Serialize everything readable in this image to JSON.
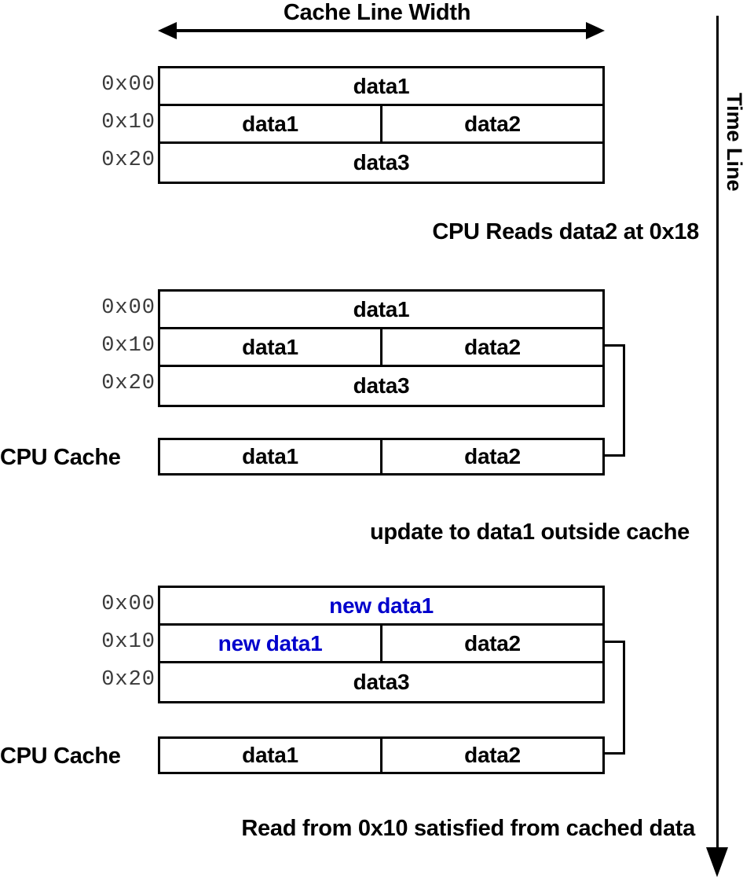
{
  "diagram": {
    "title": "Cache Line Width",
    "timeline_label": "Time Line",
    "address_labels": [
      "0x00",
      "0x10",
      "0x20"
    ],
    "cache_row_label": "CPU Cache",
    "colors": {
      "ink": "#000000",
      "address_text": "#3a3a3a",
      "highlight": "#0000cc",
      "background": "#ffffff"
    },
    "stages": [
      {
        "id": "stage-initial",
        "caption": "",
        "memory_rows": [
          {
            "address": "0x00",
            "cells": [
              {
                "text": "data1",
                "span": 2,
                "highlight": false
              }
            ]
          },
          {
            "address": "0x10",
            "cells": [
              {
                "text": "data1",
                "span": 1,
                "highlight": false
              },
              {
                "text": "data2",
                "span": 1,
                "highlight": false
              }
            ]
          },
          {
            "address": "0x20",
            "cells": [
              {
                "text": "data3",
                "span": 2,
                "highlight": false
              }
            ]
          }
        ],
        "cache": null
      },
      {
        "id": "stage-read",
        "caption": "CPU Reads data2 at 0x18",
        "memory_rows": [
          {
            "address": "0x00",
            "cells": [
              {
                "text": "data1",
                "span": 2,
                "highlight": false
              }
            ]
          },
          {
            "address": "0x10",
            "cells": [
              {
                "text": "data1",
                "span": 1,
                "highlight": false
              },
              {
                "text": "data2",
                "span": 1,
                "highlight": false
              }
            ]
          },
          {
            "address": "0x20",
            "cells": [
              {
                "text": "data3",
                "span": 2,
                "highlight": false
              }
            ]
          }
        ],
        "cache": {
          "label": "CPU Cache",
          "cells": [
            {
              "text": "data1",
              "highlight": false
            },
            {
              "text": "data2",
              "highlight": false
            }
          ]
        }
      },
      {
        "id": "stage-update",
        "caption": "update to data1 outside cache",
        "memory_rows": [
          {
            "address": "0x00",
            "cells": [
              {
                "text": "new data1",
                "span": 2,
                "highlight": true
              }
            ]
          },
          {
            "address": "0x10",
            "cells": [
              {
                "text": "new data1",
                "span": 1,
                "highlight": true
              },
              {
                "text": "data2",
                "span": 1,
                "highlight": false
              }
            ]
          },
          {
            "address": "0x20",
            "cells": [
              {
                "text": "data3",
                "span": 2,
                "highlight": false
              }
            ]
          }
        ],
        "cache": {
          "label": "CPU Cache",
          "cells": [
            {
              "text": "data1",
              "highlight": false
            },
            {
              "text": "data2",
              "highlight": false
            }
          ]
        }
      }
    ],
    "final_caption": "Read from 0x10 satisfied from cached data"
  }
}
